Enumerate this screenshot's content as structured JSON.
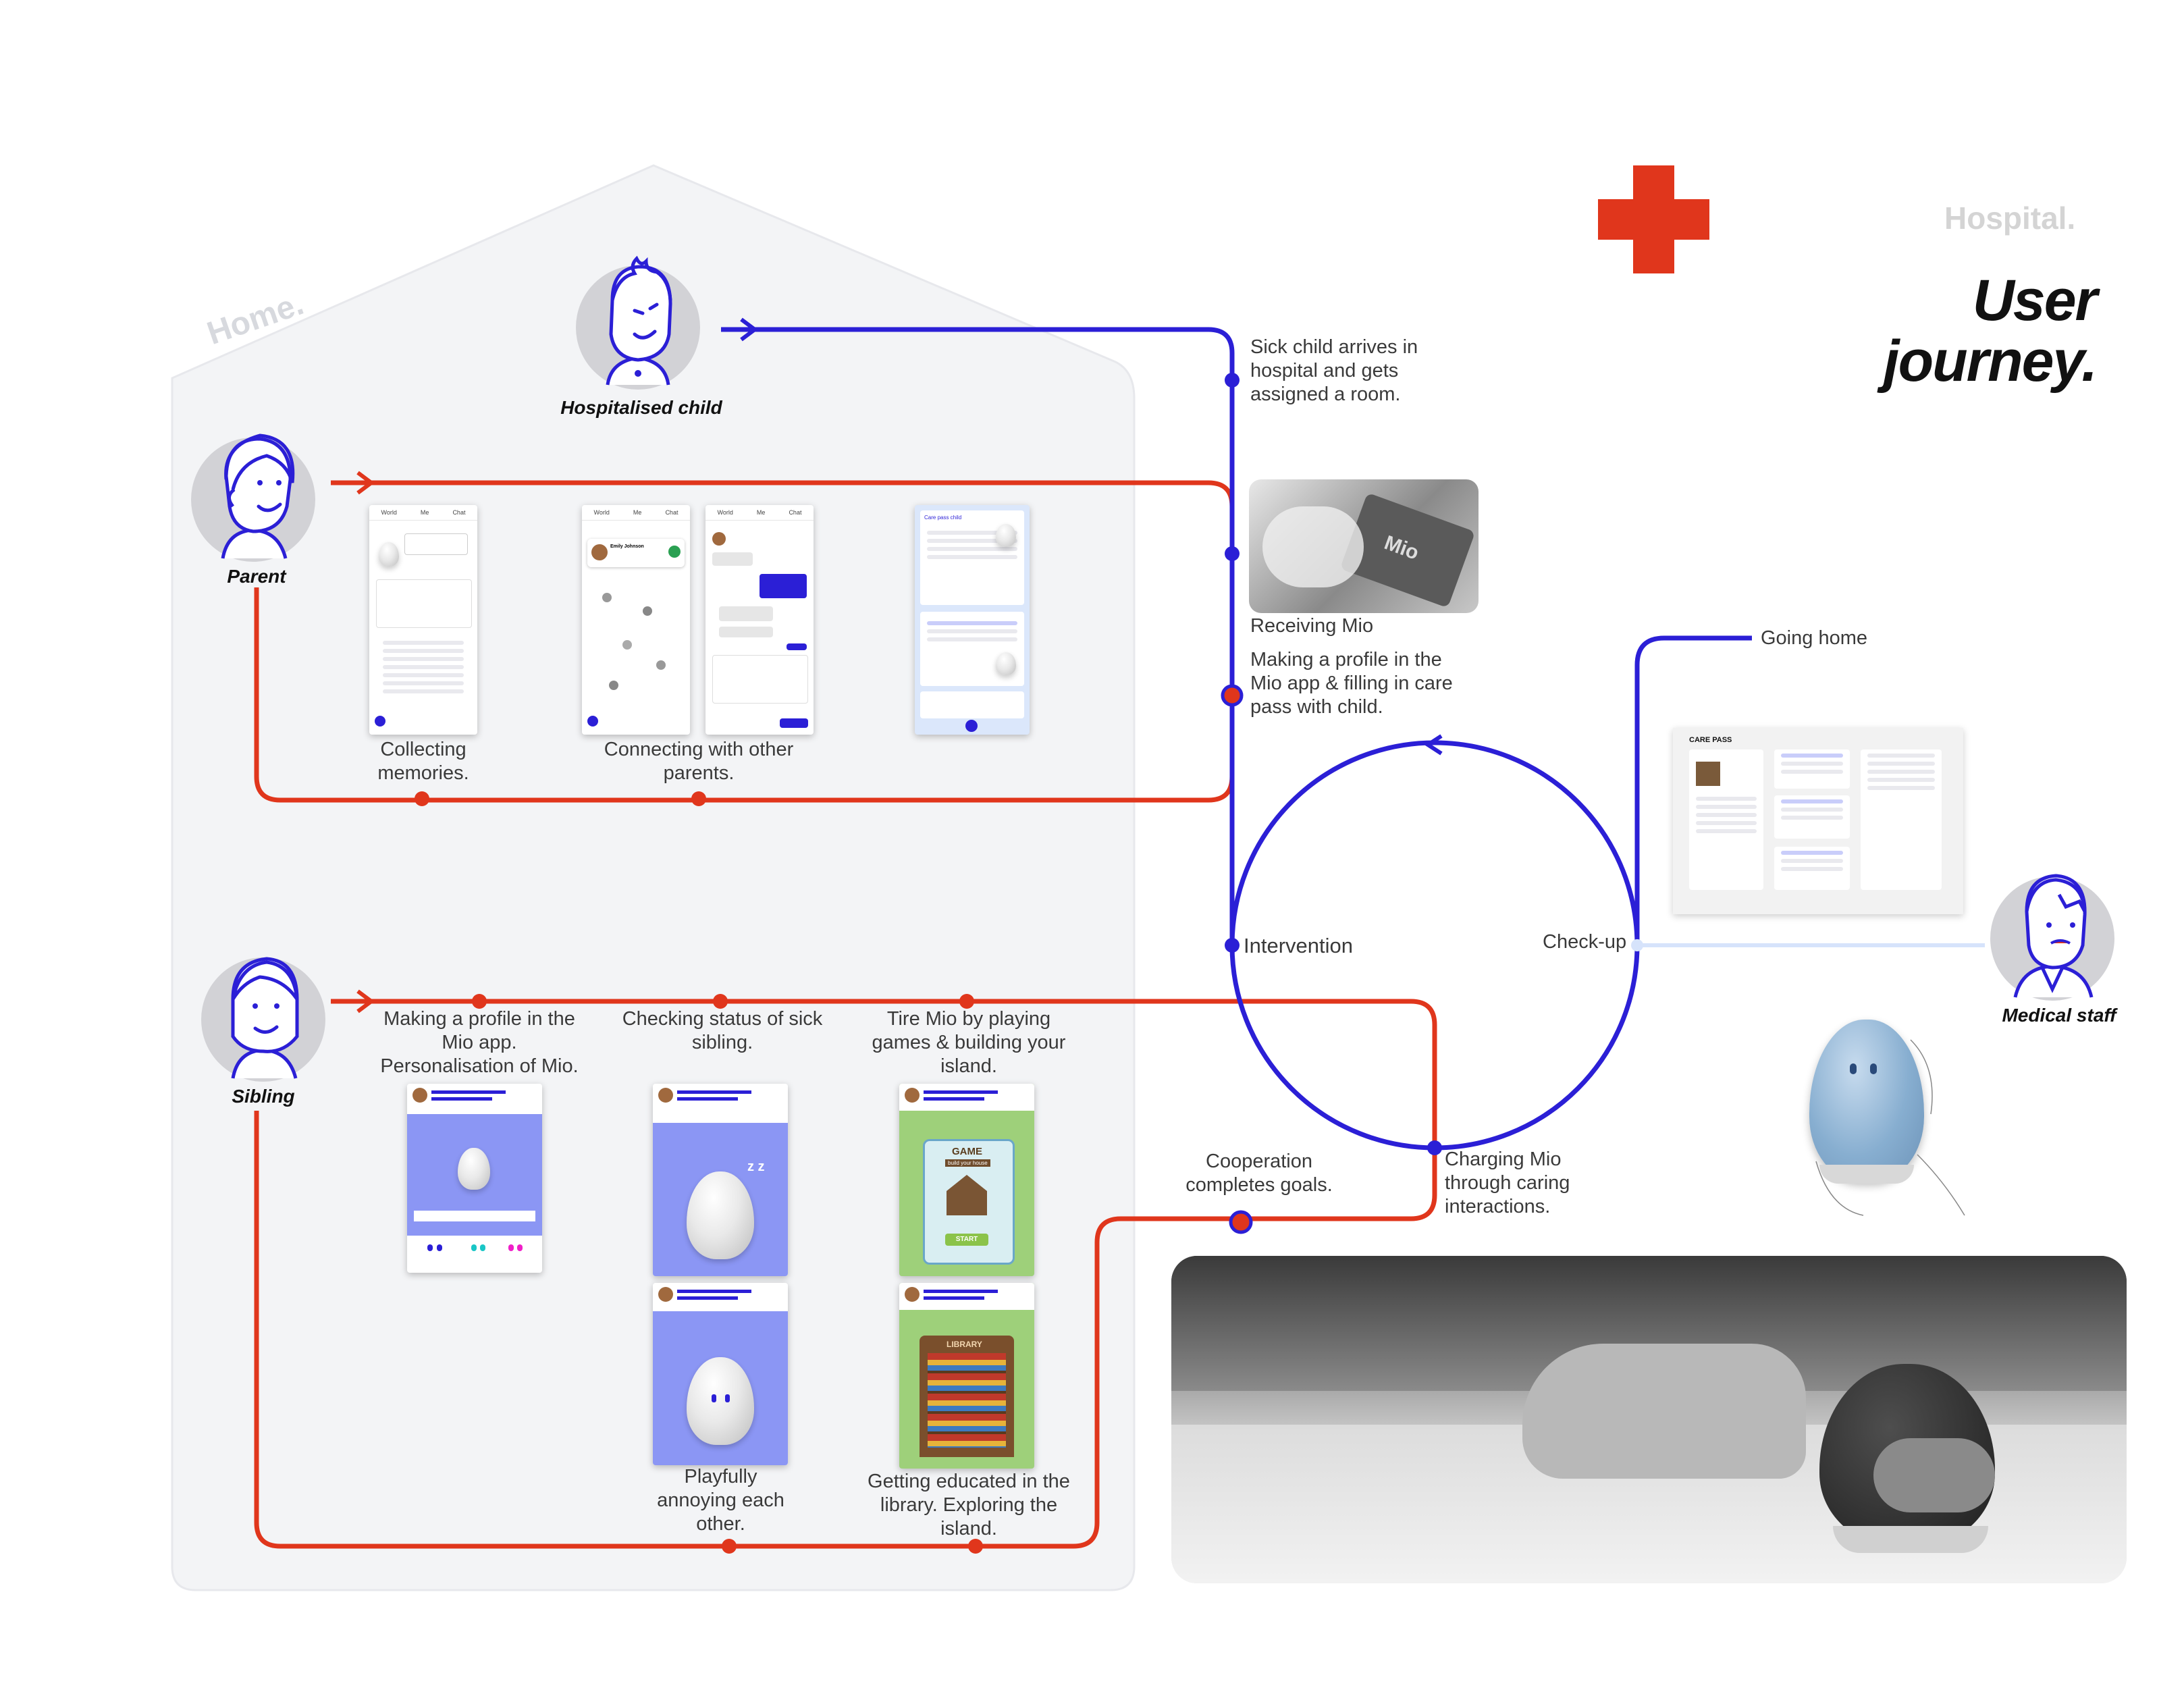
{
  "header": {
    "hospital_label": "Hospital.",
    "title_line1": "User",
    "title_line2": "journey.",
    "home_label": "Home."
  },
  "colors": {
    "blue": "#2b1fd6",
    "red": "#e0361c",
    "cross": "#e0361c",
    "light_blue": "#d6e3fb",
    "home_bg": "#f3f4f6"
  },
  "personas": {
    "child": "Hospitalised child",
    "parent": "Parent",
    "sibling": "Sibling",
    "medical": "Medical staff"
  },
  "steps": {
    "arrives": "Sick child arrives in hospital and gets assigned a room.",
    "receiving": "Receiving Mio",
    "profile": "Making a profile in the Mio app & filling in care pass with child.",
    "going_home": "Going home",
    "intervention": "Intervention",
    "checkup": "Check-up",
    "charging": "Charging Mio through caring interactions.",
    "cooperation": "Cooperation completes goals.",
    "collecting": "Collecting memories.",
    "connecting": "Connecting with other parents.",
    "sibling_profile": "Making a profile in the Mio app. Personalisation of Mio.",
    "checking": "Checking status of sick sibling.",
    "tire": "Tire Mio by playing games & building your island.",
    "annoying": "Playfully annoying each other.",
    "educated": "Getting educated in the library. Exploring the island."
  },
  "screens": {
    "tab_world": "World",
    "tab_me": "Me",
    "tab_chat": "Chat",
    "care_pass_child": "Care pass child",
    "care_pass": "CARE PASS",
    "contact_name": "Emily Johnson",
    "game_title": "GAME",
    "game_sub": "build your house",
    "game_start": "START",
    "library": "LIBRARY"
  }
}
